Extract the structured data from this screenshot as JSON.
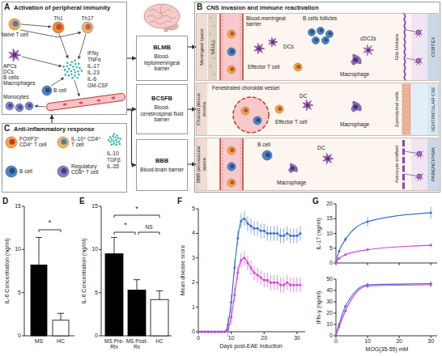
{
  "diagram": {
    "nodes": [
      {
        "text": [
          "A",
          "Activation of peripheral immunity"
        ]
      },
      {
        "text": [
          "BLMB",
          "Blood-leptomeningeal barrier"
        ]
      },
      {
        "text": [
          "BCSFB",
          "Blood-cerebrospinal fluid barrier"
        ]
      },
      {
        "text": [
          "BBB",
          "Blood-brain barrier"
        ]
      },
      {
        "text": [
          "B",
          "CNS invasion and immune reactivation"
        ]
      },
      {
        "text": [
          "Meningeal space"
        ],
        "in": 4
      },
      {
        "text": [
          "Choroid plexus stroma"
        ],
        "in": 4
      },
      {
        "text": [
          "BBB perivascular space"
        ],
        "in": 4
      },
      {
        "text": [
          "C",
          "Anti-inflammatory response"
        ]
      }
    ],
    "edges": [
      {
        "from": 0,
        "to": 1,
        "arrow": "to"
      },
      {
        "from": 0,
        "to": 2,
        "arrow": "to"
      },
      {
        "from": 0,
        "to": 3,
        "arrow": "to"
      },
      {
        "from": 1,
        "to": 5,
        "arrow": "to"
      },
      {
        "from": 2,
        "to": 6,
        "arrow": "to"
      },
      {
        "from": 3,
        "to": 7,
        "arrow": "to"
      },
      {
        "from": 8,
        "to": 0,
        "arrow": "to"
      }
    ],
    "labels": [
      "Naive T cell",
      "Th1",
      "Th17",
      "APCs",
      "DCs",
      "B cells",
      "Macrophages",
      "B cell",
      "Monocytes",
      "IFNγ",
      "TNFα",
      "IL-17",
      "IL-23",
      "IL-6",
      "GM-CSF",
      "SKULL",
      "Blood-meningeal barrier",
      "B cells follicles",
      "DCs",
      "cDC2s",
      "Effector T cell",
      "Macrophage",
      "Glia limitans",
      "CORTEX",
      "Fenestrated choroidal vessel",
      "DC",
      "Effector T cell",
      "Macrophage",
      "Ependymal cells",
      "VENTRICULAR CSF",
      "B cell",
      "DC",
      "Macrophage",
      "Astrocyte endfeet",
      "PARENCHYMA",
      "FOXP3⁺ CD4⁺ T cell",
      "IL-10⁺ CD4⁺ T cell",
      "B cell",
      "Regulatory CD8⁺ T cell",
      "IL-10",
      "TGFβ",
      "IL-35",
      "D",
      "IL-6 Concentration (ng/ml)",
      "0",
      "5",
      "10",
      "15",
      "*",
      "MS",
      "HC",
      "E",
      "IL-6 Concentration (ng/ml)",
      "0",
      "5",
      "10",
      "15",
      "*",
      "*",
      "NS",
      "MS Pre-Rtx",
      "MS Post-Rx",
      "HC",
      "F",
      "Mean disease score",
      "0",
      "1",
      "2",
      "3",
      "4",
      "5",
      "0",
      "10",
      "20",
      "30",
      "Days post-EAE induction",
      "G",
      "IL-17 (ng/ml)",
      "0",
      "5",
      "10",
      "15",
      "20",
      "IFN-γ (ng/ml)",
      "0",
      "10",
      "20",
      "30",
      "40",
      "50",
      "0",
      "10",
      "20",
      "30",
      "MOG(35-55) mM"
    ]
  }
}
